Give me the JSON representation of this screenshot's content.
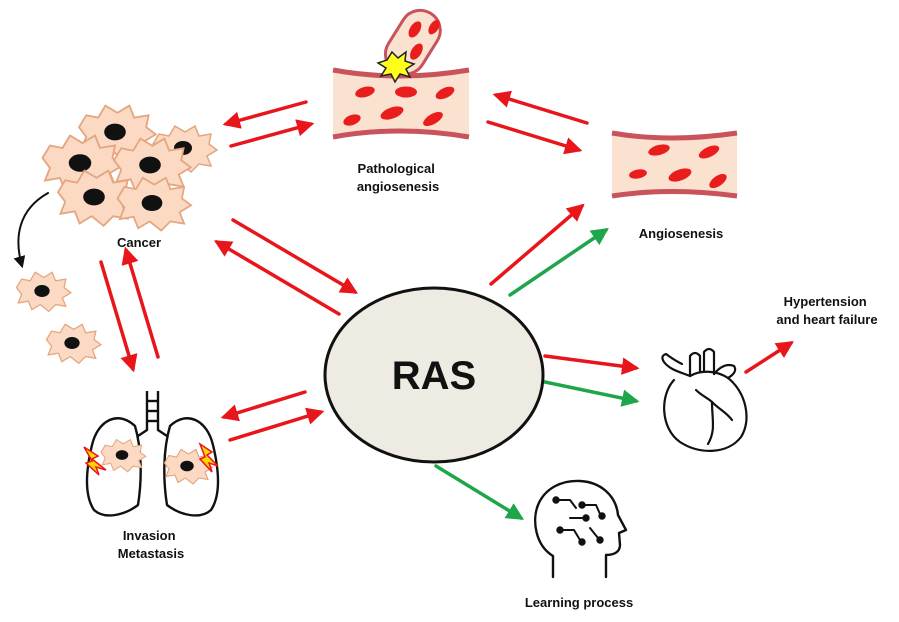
{
  "nodes": {
    "center": "RAS",
    "cancer": "Cancer",
    "pathological_angiogenesis": [
      "Pathological",
      "angiosenesis"
    ],
    "angiogenesis": "Angiosenesis",
    "hypertension": [
      "Hypertension",
      "and heart failure"
    ],
    "invasion": [
      "Invasion",
      "Metastasis"
    ],
    "learning": "Learning process"
  },
  "colors": {
    "red_arrow": "#e8161b",
    "green_arrow": "#1fa64a",
    "ras_fill": "#eeebe2",
    "cell_fill": "#fbd9c3",
    "cell_stroke": "#e3a67f",
    "vessel_fill": "#fbe1cf",
    "vessel_wall": "#c9535a",
    "blood_cell": "#ea1d1d",
    "spark": "#ffff1a"
  },
  "icons": [
    "cancer-cells-icon",
    "blood-vessel-icon",
    "heart-icon",
    "lungs-icon",
    "brain-head-icon",
    "lightning-icon"
  ]
}
